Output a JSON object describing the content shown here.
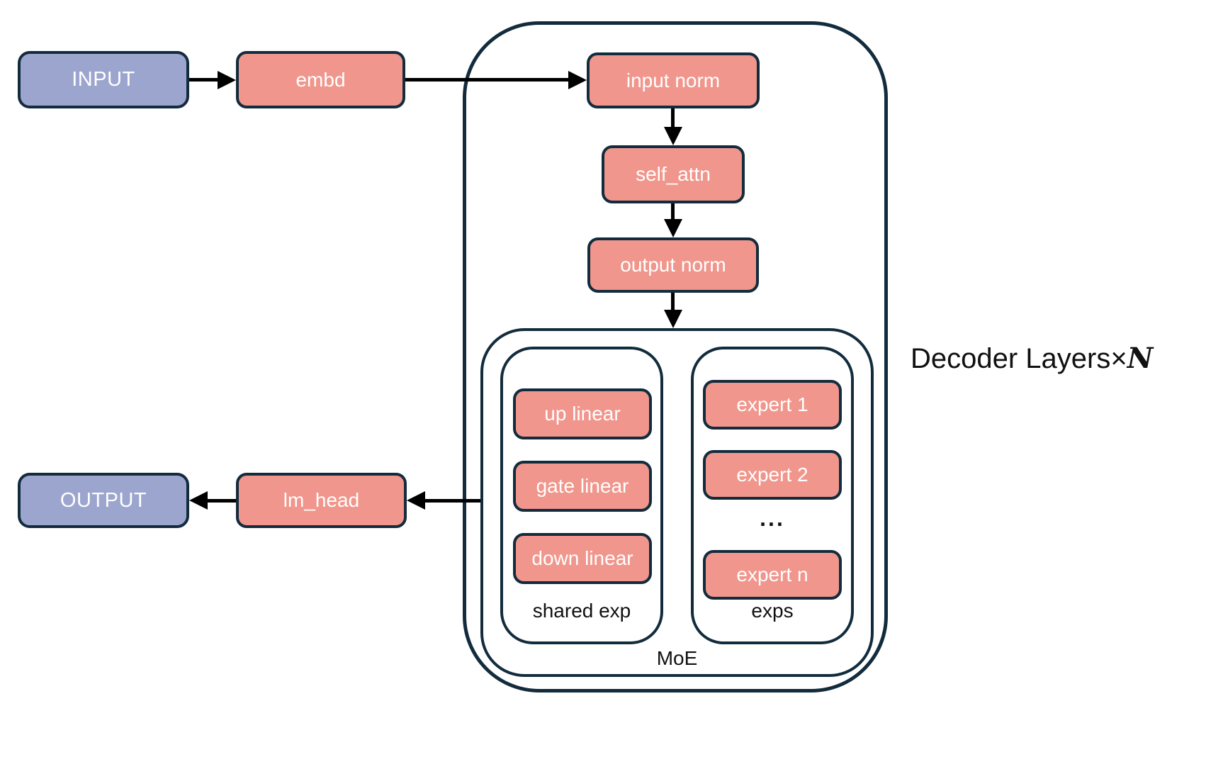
{
  "diagram": {
    "decoder_label": {
      "text": "Decoder Layers",
      "times": "×",
      "n": "N"
    },
    "boxes": {
      "input": "INPUT",
      "embd": "embd",
      "input_norm": "input norm",
      "self_attn": "self_attn",
      "output_norm": "output norm",
      "up_linear": "up linear",
      "gate_linear": "gate linear",
      "down_linear": "down linear",
      "expert_1": "expert 1",
      "expert_2": "expert 2",
      "expert_n": "expert n",
      "lm_head": "lm_head",
      "output": "OUTPUT"
    },
    "labels": {
      "shared_exp": "shared exp",
      "exps": "exps",
      "moe": "MoE",
      "ellipsis": "..."
    },
    "colors": {
      "background": "#FFFFFF",
      "io_fill": "#9CA5CE",
      "block_fill": "#F0968C",
      "border": "#132C3D",
      "arrow": "#000000",
      "text_light": "#FFFFFF",
      "text_dark": "#111111"
    }
  }
}
